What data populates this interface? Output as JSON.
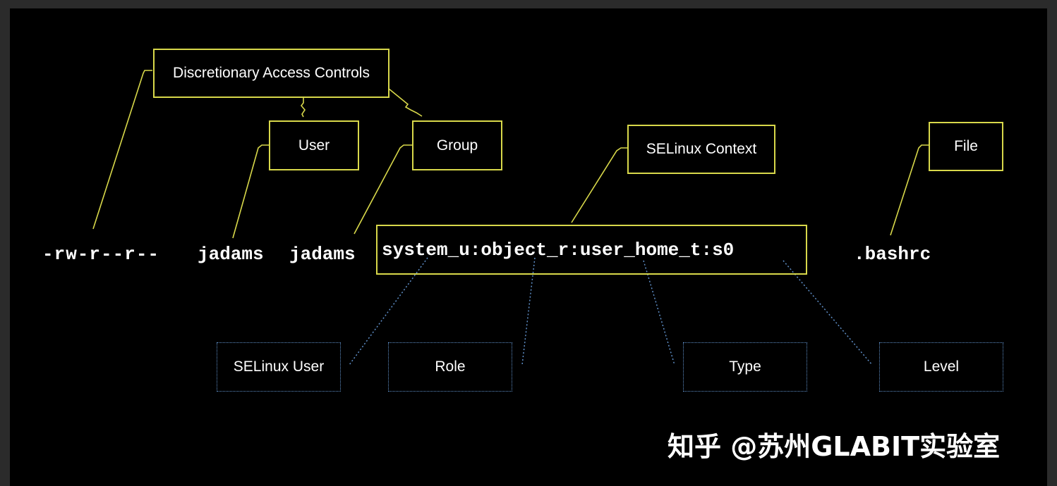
{
  "ls_line": {
    "permissions": "-rw-r--r--",
    "owner": "jadams",
    "group": "jadams",
    "context": "system_u:object_r:user_home_t:s0",
    "filename": ".bashrc"
  },
  "labels_top": {
    "dac": "Discretionary Access Controls",
    "user": "User",
    "group": "Group",
    "selinux_context": "SELinux Context",
    "file": "File"
  },
  "labels_bottom": {
    "selinux_user": "SELinux User",
    "role": "Role",
    "type": "Type",
    "level": "Level"
  },
  "watermark": "知乎 @苏州GLABIT实验室",
  "colors": {
    "background": "#000000",
    "frame": "#2b2b2b",
    "text": "#ffffff",
    "solid_connector": "#d8d84a",
    "dotted_connector": "#5f8fc8"
  }
}
